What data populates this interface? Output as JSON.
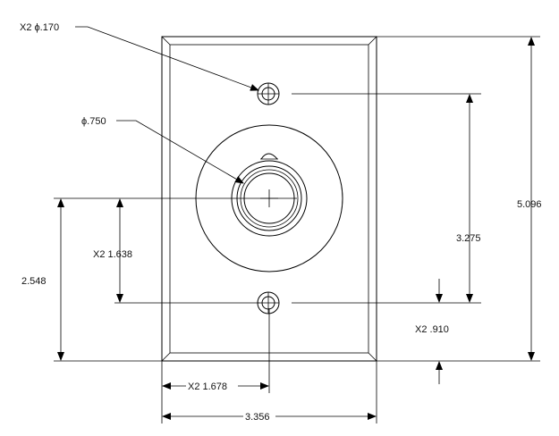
{
  "drawing": {
    "callouts": {
      "screw_hole": "X2 ϕ.170",
      "center_hole": "ϕ.750"
    },
    "dimensions": {
      "height_overall": "5.096",
      "hole_spacing": "3.275",
      "center_to_hole": "X2 1.638",
      "center_from_bottom": "2.548",
      "hole_from_edge": "X2 .910",
      "center_from_side": "X2 1.678",
      "width_overall": "3.356"
    },
    "colors": {
      "line": "#000000",
      "background": "#ffffff"
    }
  }
}
